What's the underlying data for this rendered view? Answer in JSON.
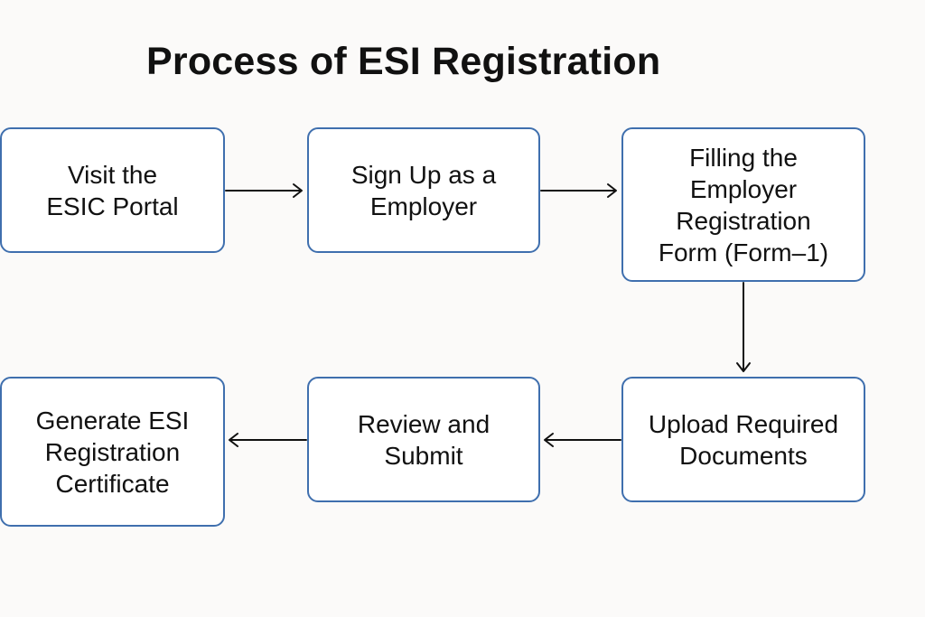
{
  "title": "Process of ESI Registration",
  "steps": [
    "Visit the\nESIC Portal",
    "Sign Up as a\nEmployer",
    "Filling the\nEmployer\nRegistration\nForm (Form–1)",
    "Upload Required\nDocuments",
    "Review and\nSubmit",
    "Generate ESI\nRegistration\nCertificate"
  ],
  "colors": {
    "box_border": "#3f6fae",
    "arrow": "#111111"
  }
}
